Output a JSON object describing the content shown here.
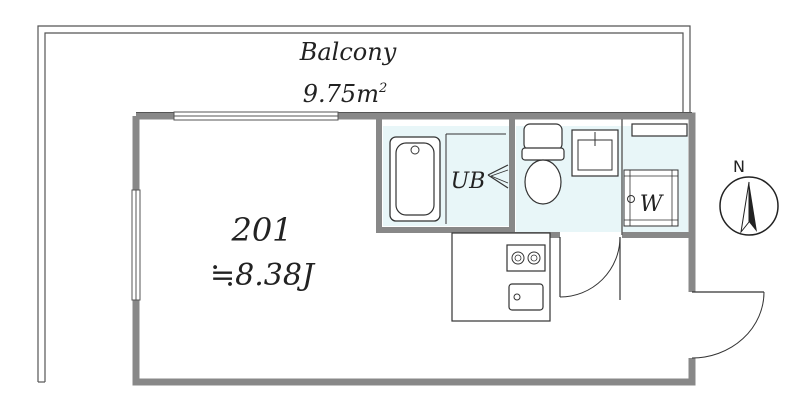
{
  "balcony": {
    "label": "Balcony",
    "area_value": "9.75m",
    "area_sup": "2"
  },
  "room": {
    "number": "201",
    "area": "≒8.38J"
  },
  "bath": {
    "label": "UB"
  },
  "washer": {
    "label": "W"
  },
  "compass": {
    "label": "N"
  },
  "colors": {
    "wall": "#888888",
    "wet_area": "#e8f6f8",
    "line": "#333333"
  }
}
